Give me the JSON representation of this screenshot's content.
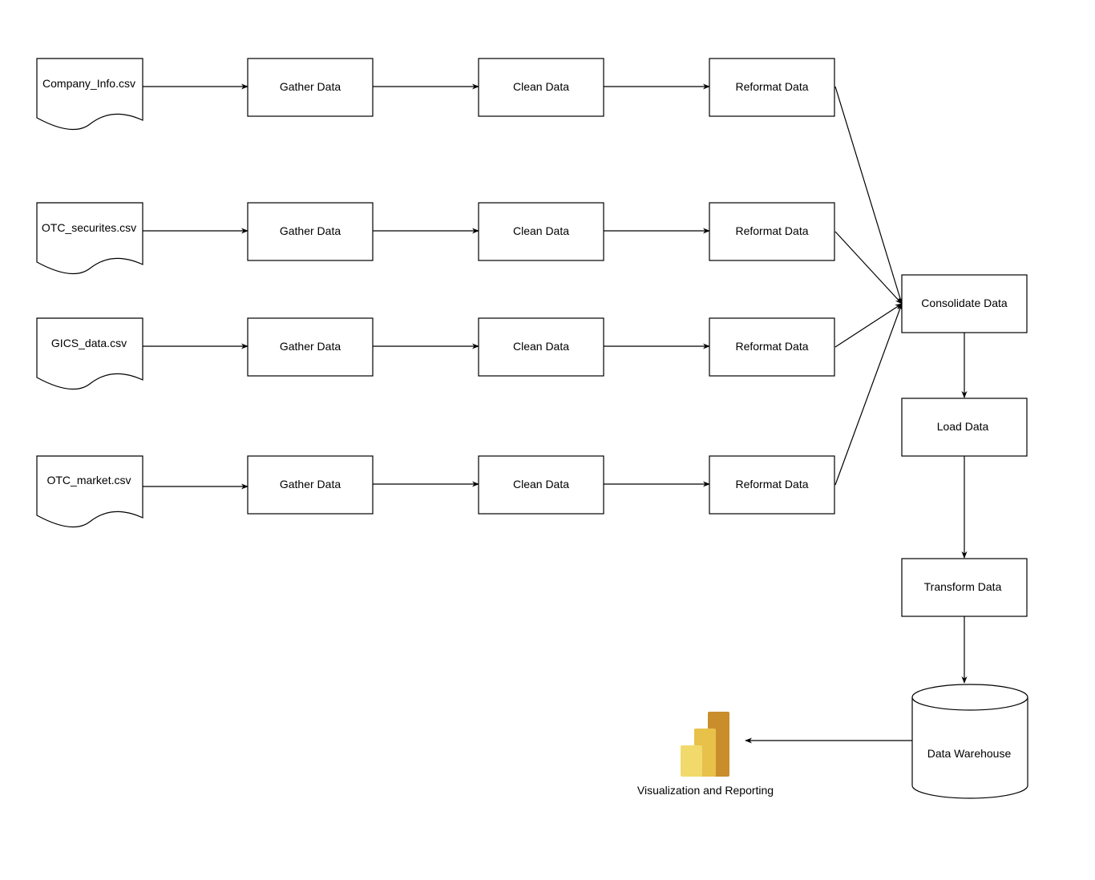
{
  "sources": [
    {
      "label": "Company_Info.csv",
      "gather": "Gather Data",
      "clean": "Clean Data",
      "reformat": "Reformat Data"
    },
    {
      "label": "OTC_securites.csv",
      "gather": "Gather Data",
      "clean": "Clean Data",
      "reformat": "Reformat Data"
    },
    {
      "label": "GICS_data.csv",
      "gather": "Gather Data",
      "clean": "Clean Data",
      "reformat": "Reformat Data"
    },
    {
      "label": "OTC_market.csv",
      "gather": "Gather Data",
      "clean": "Clean Data",
      "reformat": "Reformat Data"
    }
  ],
  "pipeline": {
    "consolidate": "Consolidate Data",
    "load": "Load Data",
    "transform": "Transform Data",
    "warehouse": "Data Warehouse"
  },
  "reporting": {
    "label": "Visualization and Reporting",
    "icon": "power-bi-icon",
    "colors": [
      "#f2d96b",
      "#e8c14a",
      "#c98e2b"
    ]
  }
}
